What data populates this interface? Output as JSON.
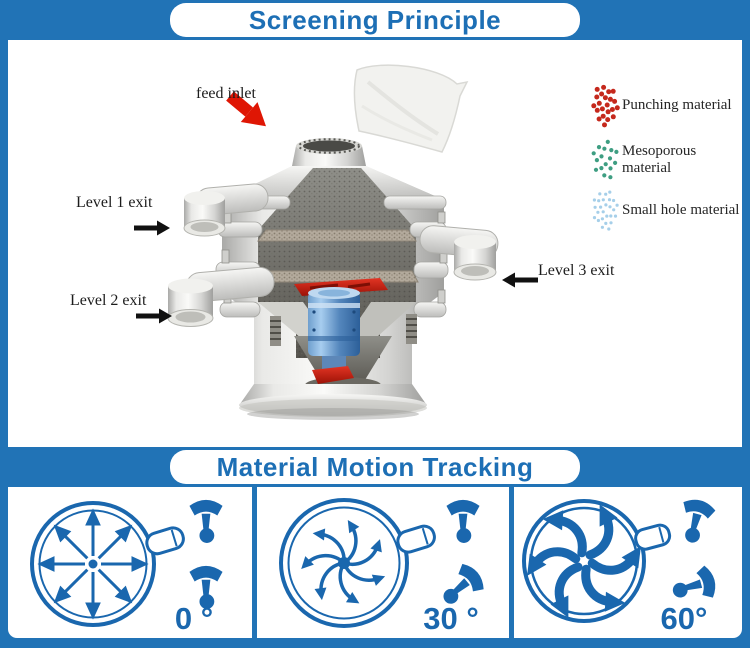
{
  "header": {
    "title": "Screening Principle"
  },
  "machine": {
    "feed_inlet_label": "feed inlet",
    "level1_label": "Level 1 exit",
    "level2_label": "Level 2 exit",
    "level3_label": "Level 3 exit"
  },
  "legend": {
    "items": [
      {
        "label": "Punching material",
        "color": "#c5281c"
      },
      {
        "label": "Mesoporous material",
        "color": "#3e9e82"
      },
      {
        "label": "Small hole material",
        "color": "#a6cfe9"
      }
    ]
  },
  "tracking": {
    "title": "Material Motion Tracking",
    "panels": [
      {
        "angle_label": "0 °",
        "pattern": "radial",
        "upper_weight_rotation": 0,
        "lower_weight_rotation": 0
      },
      {
        "angle_label": "30 °",
        "pattern": "spiral",
        "upper_weight_rotation": 0,
        "lower_weight_rotation": 50
      },
      {
        "angle_label": "60°",
        "pattern": "vortex",
        "upper_weight_rotation": 15,
        "lower_weight_rotation": 75
      }
    ]
  },
  "colors": {
    "frame_blue": "#2173b6",
    "title_blue": "#1d6fb5",
    "diagram_blue": "#1a67ae",
    "feed_arrow_red": "#df1604",
    "label_black": "#1c1c1c"
  }
}
